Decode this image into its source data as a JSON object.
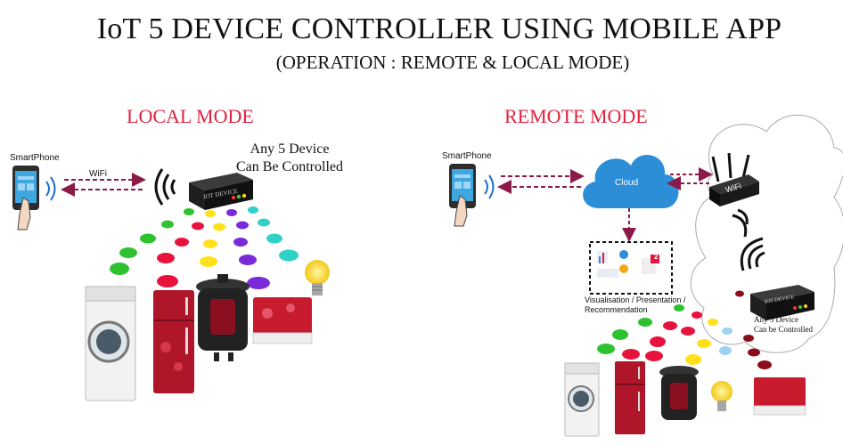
{
  "header": {
    "title": "IoT 5 DEVICE CONTROLLER USING MOBILE APP",
    "subtitle": "(OPERATION : REMOTE & LOCAL MODE)"
  },
  "local": {
    "heading": "LOCAL MODE",
    "phone_label": "SmartPhone",
    "wifi_label": "WiFi",
    "device_note_line1": "Any 5 Device",
    "device_note_line2": "Can Be Controlled",
    "device_label": "IOT DEVICE"
  },
  "remote": {
    "heading": "REMOTE MODE",
    "phone_label": "SmartPhone",
    "cloud_label": "Cloud",
    "router_label": "WiFi",
    "viz_label_line1": "Visualisation / Presentation /",
    "viz_label_line2": "Recommendation",
    "notif_count": "2",
    "device_label": "IOT DEVICE",
    "device_note_line1": "Any   5 Device",
    "device_note_line2": "Can be Controlled"
  },
  "colors": {
    "heading_red": "#e0223f",
    "cloud_blue": "#2b8ed6",
    "arrow_maroon": "#8b1a4a"
  }
}
